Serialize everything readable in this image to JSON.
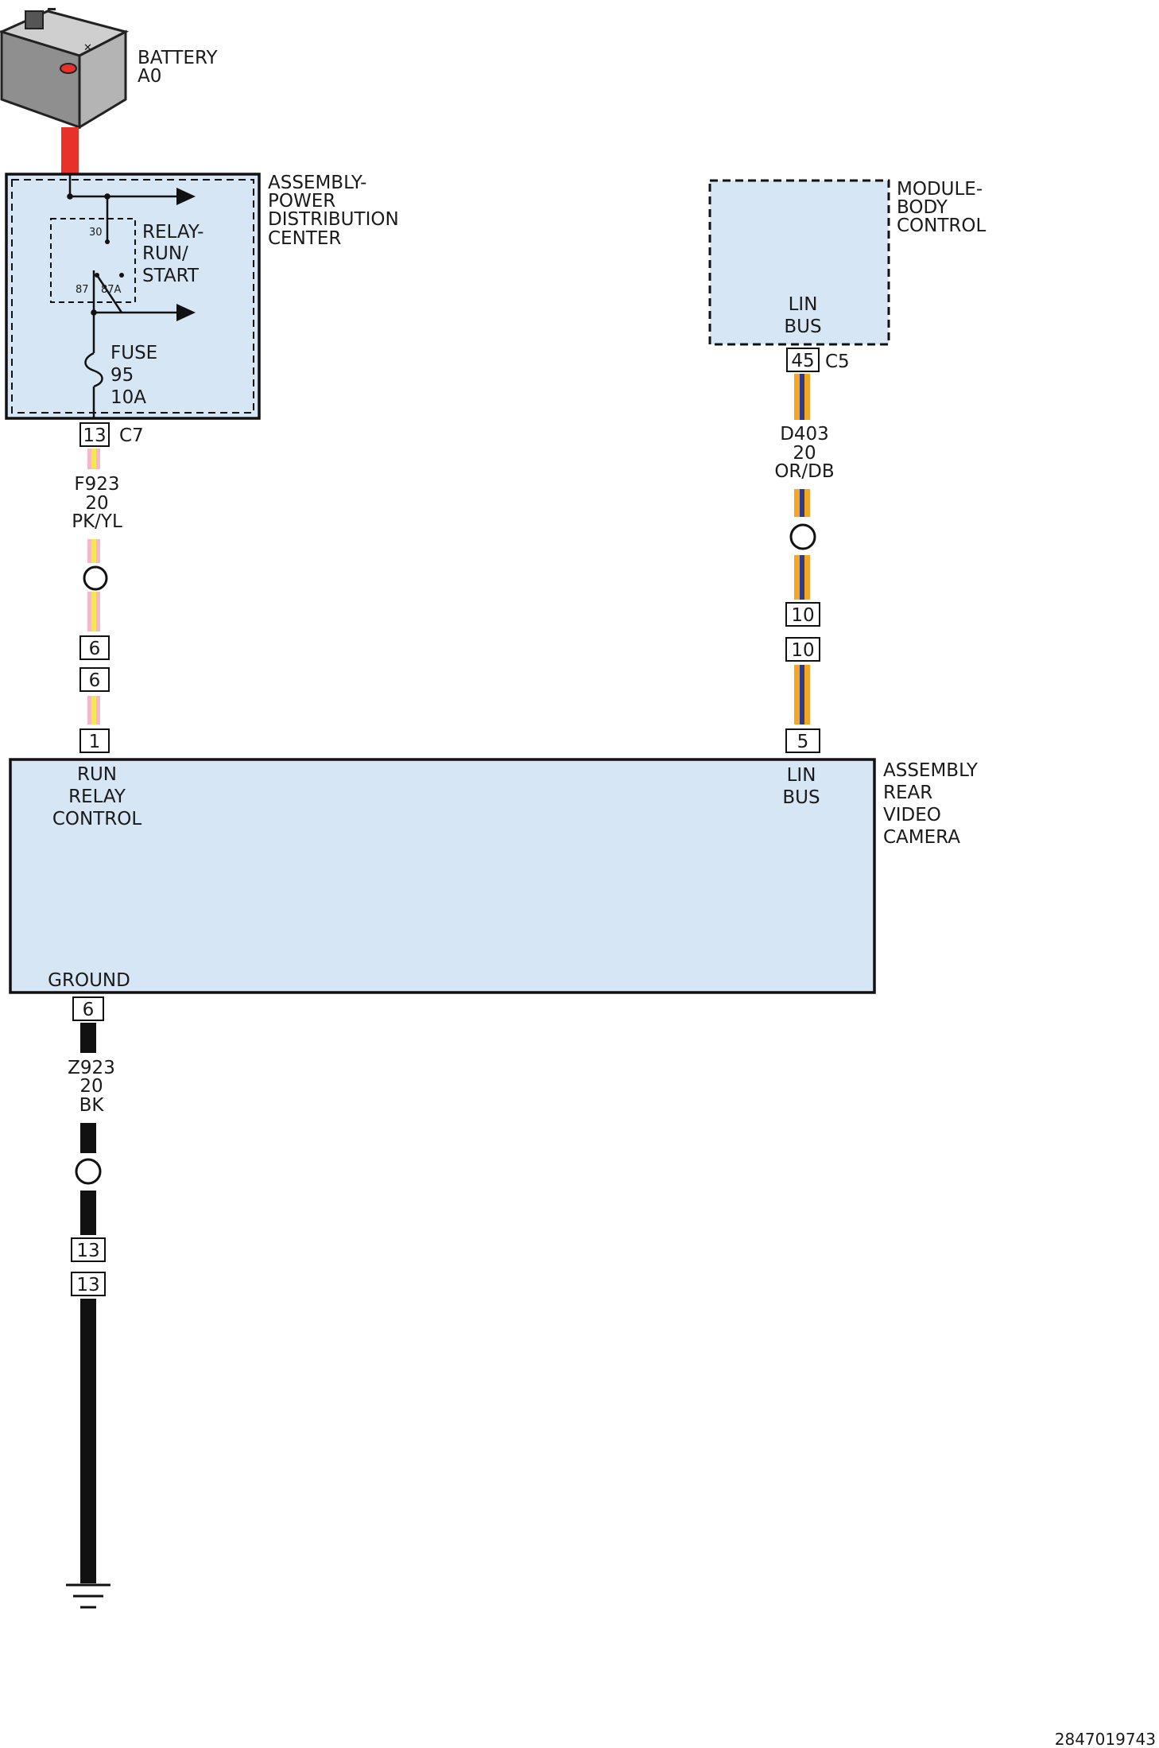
{
  "battery": {
    "line1": "BATTERY",
    "line2": "A0"
  },
  "pdc": {
    "line1": "ASSEMBLY-",
    "line2": "POWER",
    "line3": "DISTRIBUTION",
    "line4": "CENTER",
    "relay": {
      "line1": "RELAY-",
      "line2": "RUN/",
      "line3": "START",
      "pin_30": "30",
      "pin_87": "87",
      "pin_87a": "87A"
    },
    "fuse": {
      "line1": "FUSE",
      "line2": "95",
      "line3": "10A"
    },
    "connector_pin": "13",
    "connector_name": "C7"
  },
  "bcm": {
    "line1": "MODULE-",
    "line2": "BODY",
    "line3": "CONTROL",
    "lin_bus_line1": "LIN",
    "lin_bus_line2": "BUS",
    "connector_pin": "45",
    "connector_name": "C5"
  },
  "wires": {
    "f923": {
      "circuit": "F923",
      "gauge": "20",
      "color": "PK/YL",
      "inline_pin_top": "6",
      "inline_pin_bottom": "6"
    },
    "d403": {
      "circuit": "D403",
      "gauge": "20",
      "color": "OR/DB",
      "inline_pin_top": "10",
      "inline_pin_bottom": "10"
    },
    "z923": {
      "circuit": "Z923",
      "gauge": "20",
      "color": "BK",
      "inline_pin_top": "13",
      "inline_pin_bottom": "13"
    }
  },
  "camera": {
    "line1": "ASSEMBLY",
    "line2": "REAR",
    "line3": "VIDEO",
    "line4": "CAMERA",
    "run_relay_line1": "RUN",
    "run_relay_line2": "RELAY",
    "run_relay_line3": "CONTROL",
    "run_relay_pin": "1",
    "lin_bus_line1": "LIN",
    "lin_bus_line2": "BUS",
    "lin_bus_pin": "5",
    "ground_label": "GROUND",
    "ground_pin": "6"
  },
  "footer_id": "2847019743",
  "colors": {
    "module_fill": "#d6e6f5",
    "battery_wire": "#e8312a",
    "pink": "#f4b8cc",
    "yellow": "#f7e84a",
    "orange": "#f5a623",
    "dark_blue": "#2e3a8c",
    "black": "#111111"
  }
}
